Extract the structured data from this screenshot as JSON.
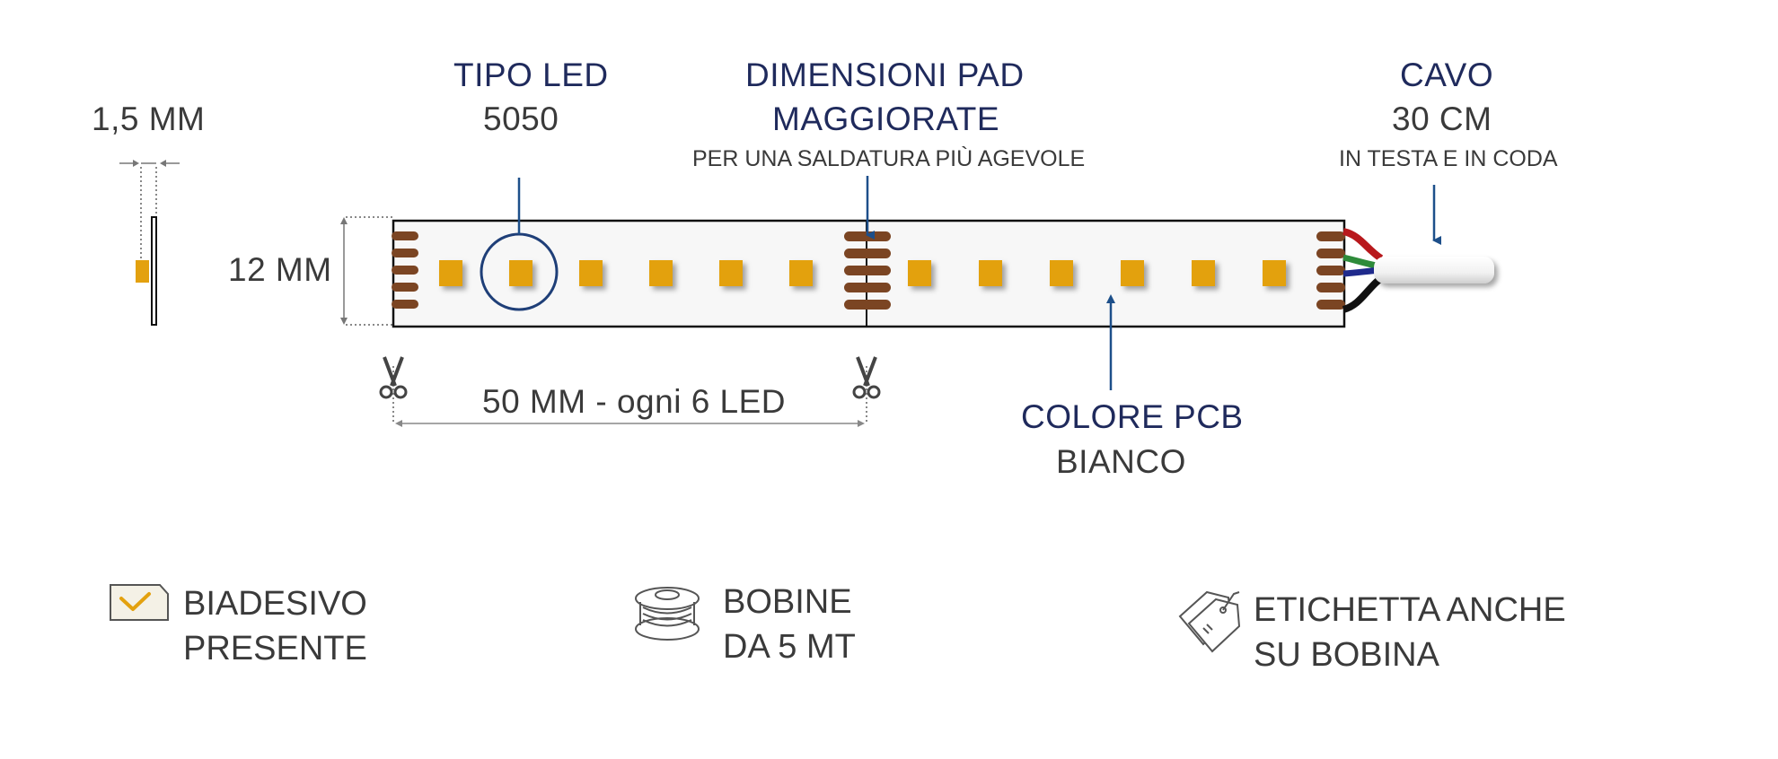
{
  "thickness": {
    "label": "1,5 MM"
  },
  "led_type": {
    "title": "TIPO LED",
    "value": "5050"
  },
  "pads": {
    "title_line1": "DIMENSIONI PAD",
    "title_line2": "MAGGIORATE",
    "note": "PER UNA SALDATURA PIÙ AGEVOLE"
  },
  "cable": {
    "title": "CAVO",
    "value": "30 CM",
    "note": "IN TESTA  E IN CODA"
  },
  "width": {
    "label": "12 MM"
  },
  "cut": {
    "label": "50 MM - ogni 6 LED"
  },
  "pcb": {
    "title": "COLORE PCB",
    "value": "BIANCO"
  },
  "features": [
    {
      "icon": "adhesive-icon",
      "line1": "BIADESIVO",
      "line2": "PRESENTE"
    },
    {
      "icon": "reel-icon",
      "line1": "BOBINE",
      "line2": "DA 5 MT"
    },
    {
      "icon": "tag-icon",
      "line1": "ETICHETTA ANCHE",
      "line2": "SU BOBINA"
    }
  ],
  "colors": {
    "navy": "#1f2a5c",
    "arrow_blue": "#1d4f8a",
    "led": "#e3a10f",
    "pad": "#7b4523",
    "strip": "#f7f7f7",
    "text_gray": "#3a3a3a"
  }
}
